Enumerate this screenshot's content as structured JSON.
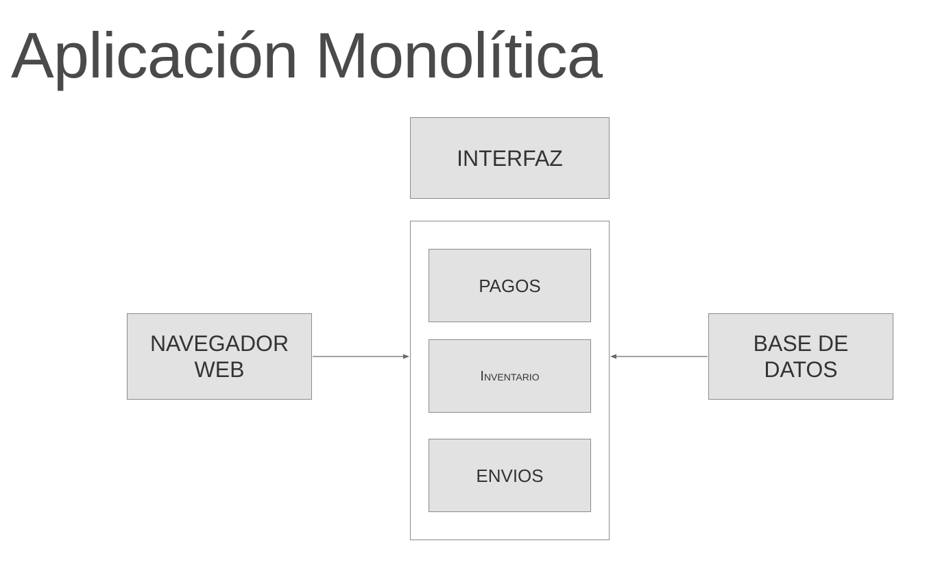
{
  "slide": {
    "title": "Aplicación Monolítica"
  },
  "diagram": {
    "interfaz": "INTERFAZ",
    "navegador_line1": "NAVEGADOR",
    "navegador_line2": "WEB",
    "base_line1": "BASE DE",
    "base_line2": "DATOS",
    "modules": {
      "pagos": "PAGOS",
      "inventario": "Inventario",
      "envios": "ENVIOS"
    }
  },
  "colors": {
    "box_fill": "#e2e2e2",
    "box_border": "#8a8a8a",
    "text": "#333333",
    "arrow": "#6a6a6a"
  }
}
